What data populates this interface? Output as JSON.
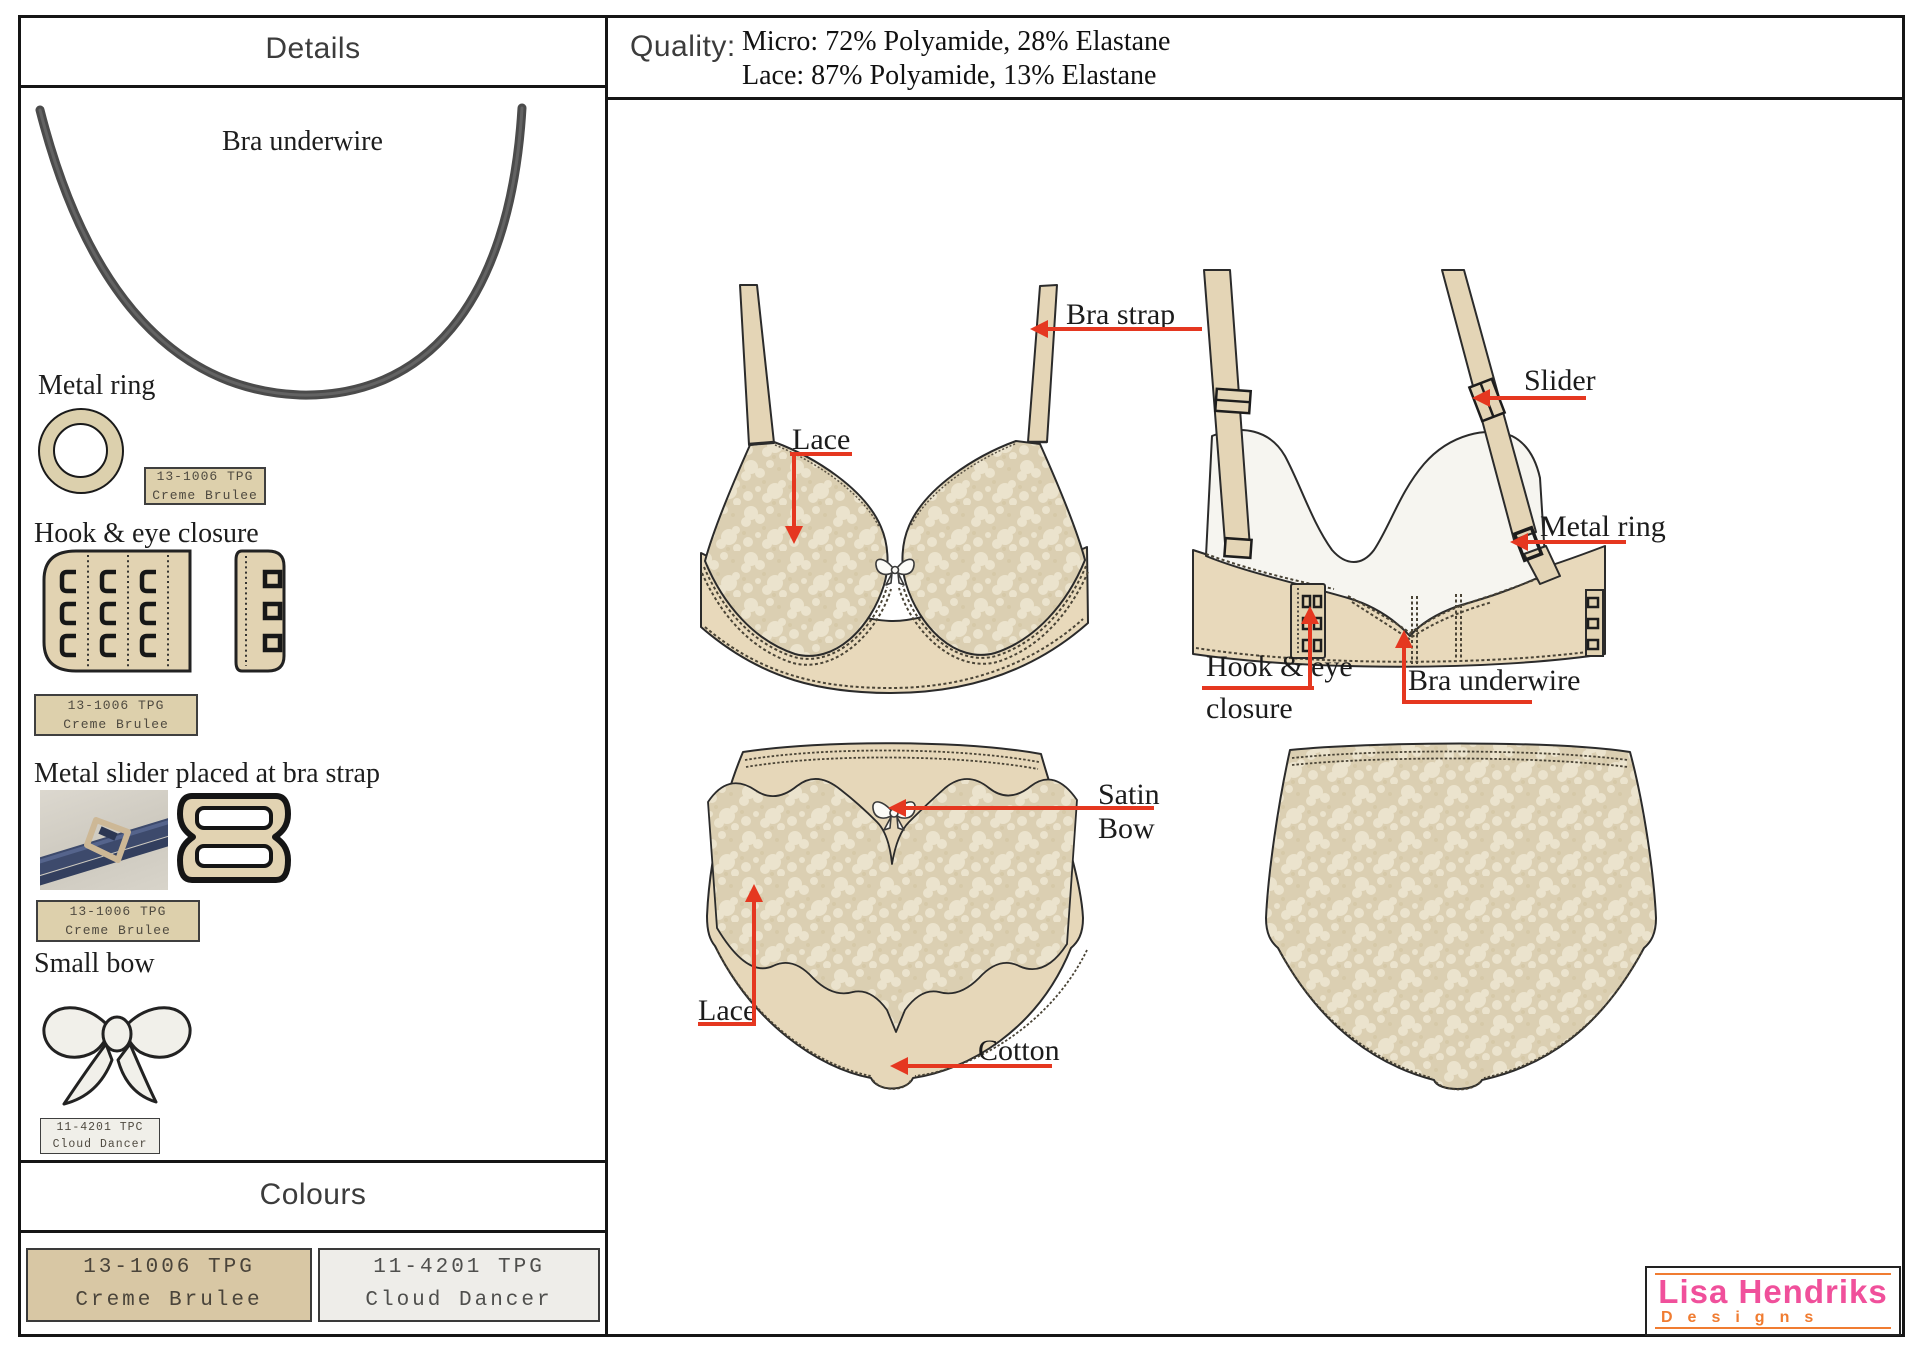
{
  "details": {
    "title": "Details",
    "underwire_label": "Bra underwire",
    "metal_ring_label": "Metal ring",
    "hook_eye_label": "Hook & eye closure",
    "slider_label": "Metal slider placed at bra strap",
    "small_bow_label": "Small bow",
    "tags": [
      {
        "code": "13-1006 TPG",
        "name": "Creme Brulee"
      },
      {
        "code": "13-1006 TPG",
        "name": "Creme Brulee"
      },
      {
        "code": "13-1006 TPG",
        "name": "Creme Brulee"
      },
      {
        "code": "11-4201 TPC",
        "name": "Cloud Dancer"
      }
    ]
  },
  "colours": {
    "title": "Colours",
    "swatches": [
      {
        "code": "13-1006 TPG",
        "name": "Creme Brulee",
        "hex": "#d8c7a4"
      },
      {
        "code": "11-4201 TPG",
        "name": "Cloud Dancer",
        "hex": "#eeede9"
      }
    ]
  },
  "quality": {
    "label": "Quality:",
    "line1": "Micro: 72% Polyamide, 28% Elastane",
    "line2": "Lace: 87% Polyamide, 13% Elastane"
  },
  "annotations": {
    "bra_strap": "Bra strap",
    "lace_bra": "Lace",
    "slider": "Slider",
    "metal_ring": "Metal ring",
    "hook_eye_line1": "Hook & eye",
    "hook_eye_line2": "closure",
    "bra_underwire": "Bra underwire",
    "satin_line1": "Satin",
    "satin_line2": "Bow",
    "lace_panties": "Lace",
    "cotton": "Cotton"
  },
  "logo": {
    "name": "Lisa Hendriks",
    "sub": "Designs"
  },
  "colors": {
    "accent_red": "#e53720",
    "logo_pink": "#f0509b",
    "logo_orange": "#f07c31",
    "fabric_tan": "#e8d9bb",
    "lace_base": "#dbcfb2",
    "creme_brulee": "#d8c7a4",
    "cloud_dancer": "#eeede9"
  }
}
